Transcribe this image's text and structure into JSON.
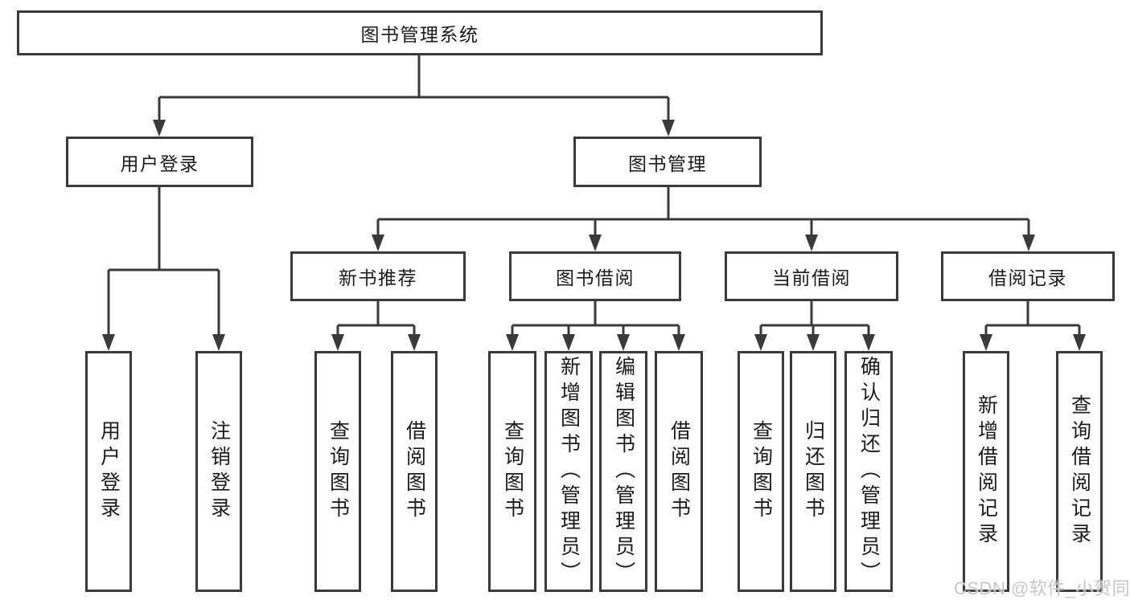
{
  "diagram": {
    "tree": {
      "label": "图书管理系统",
      "children": [
        {
          "label": "用户登录",
          "children": [
            {
              "label": "用户登录"
            },
            {
              "label": "注销登录"
            }
          ]
        },
        {
          "label": "图书管理",
          "children": [
            {
              "label": "新书推荐",
              "children": [
                {
                  "label": "查询图书"
                },
                {
                  "label": "借阅图书"
                }
              ]
            },
            {
              "label": "图书借阅",
              "children": [
                {
                  "label": "查询图书"
                },
                {
                  "label": "新增图书（管理员）"
                },
                {
                  "label": "编辑图书（管理员）"
                },
                {
                  "label": "借阅图书"
                }
              ]
            },
            {
              "label": "当前借阅",
              "children": [
                {
                  "label": "查询图书"
                },
                {
                  "label": "归还图书"
                },
                {
                  "label": "确认归还（管理员）"
                }
              ]
            },
            {
              "label": "借阅记录",
              "children": [
                {
                  "label": "新增借阅记录"
                },
                {
                  "label": "查询借阅记录"
                }
              ]
            }
          ]
        }
      ]
    },
    "colors": {
      "line": "#3a3a3a",
      "text": "#1b1b1b",
      "background": "#ffffff",
      "watermark": "#c3c3c3"
    }
  },
  "watermark": "CSDN @软件_小贺同学"
}
